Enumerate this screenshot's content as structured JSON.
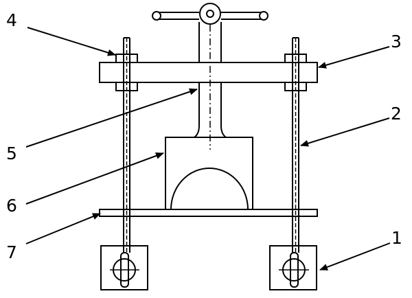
{
  "diagram": {
    "stroke_color": "#000000",
    "background_color": "#ffffff",
    "labels": [
      {
        "id": "label-1",
        "text": "1"
      },
      {
        "id": "label-2",
        "text": "2"
      },
      {
        "id": "label-3",
        "text": "3"
      },
      {
        "id": "label-4",
        "text": "4"
      },
      {
        "id": "label-5",
        "text": "5"
      },
      {
        "id": "label-6",
        "text": "6"
      },
      {
        "id": "label-7",
        "text": "7"
      }
    ]
  }
}
